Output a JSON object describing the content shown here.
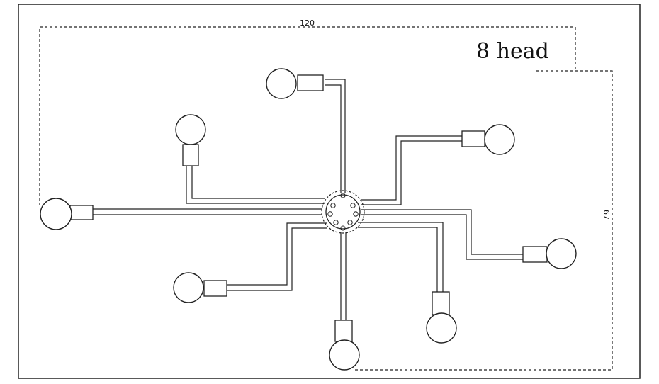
{
  "title": "8 head",
  "dimensions": {
    "width_label": "120",
    "height_label": "67"
  },
  "diagram": {
    "type": "chandelier-line-drawing",
    "arm_count": 8,
    "line_color": "#222222",
    "background": "#ffffff"
  }
}
